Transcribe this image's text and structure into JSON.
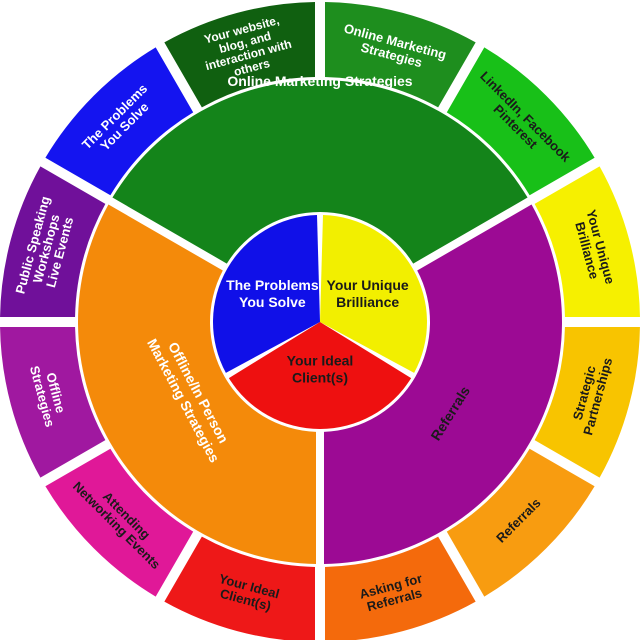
{
  "center": [
    {
      "id": "problems",
      "lines": [
        "The Problems",
        "You Solve"
      ],
      "color": "#1010e8",
      "text_color": "#ffffff"
    },
    {
      "id": "brilliance",
      "lines": [
        "Your Unique",
        "Brilliance"
      ],
      "color": "#f2ef00",
      "text_color": "#1a1a1a"
    },
    {
      "id": "ideal-client",
      "lines": [
        "Your Ideal",
        "Client(s)"
      ],
      "color": "#ee1010",
      "text_color": "#1a1a1a"
    }
  ],
  "middle": [
    {
      "id": "online",
      "lines": [
        "Online Marketing Strategies"
      ],
      "color": "#14841a",
      "text_color": "#ffffff"
    },
    {
      "id": "offline",
      "lines": [
        "Offline/In Person",
        "Marketing Strategies"
      ],
      "color": "#9c0a94",
      "text_color": "#ffffff"
    },
    {
      "id": "referrals",
      "lines": [
        "Referrals"
      ],
      "color": "#f48a0a",
      "text_color": "#1a1a1a"
    }
  ],
  "outer": [
    {
      "id": "your-website",
      "lines": [
        "Your website,",
        "blog, and",
        "interaction with",
        "others"
      ],
      "color": "#106010",
      "text_color": "#ffffff"
    },
    {
      "id": "online-marketing",
      "lines": [
        "Online Marketing",
        "Strategies"
      ],
      "color": "#1e8e1e",
      "text_color": "#ffffff"
    },
    {
      "id": "linkedin",
      "lines": [
        "LinkedIn, Facebook",
        "Pinterest"
      ],
      "color": "#18c018",
      "text_color": "#1a1a1a"
    },
    {
      "id": "your-unique-brilliance",
      "lines": [
        "Your Unique",
        "Brilliance"
      ],
      "color": "#f6f000",
      "text_color": "#1a1a1a"
    },
    {
      "id": "strategic-partnerships",
      "lines": [
        "Strategic",
        "Partnerships"
      ],
      "color": "#f8c400",
      "text_color": "#1a1a1a"
    },
    {
      "id": "referrals",
      "lines": [
        "Referrals"
      ],
      "color": "#f89c10",
      "text_color": "#1a1a1a"
    },
    {
      "id": "asking-for-referrals",
      "lines": [
        "Asking for",
        "Referrals"
      ],
      "color": "#f46a0c",
      "text_color": "#1a1a1a"
    },
    {
      "id": "your-ideal-clients",
      "lines": [
        "Your Ideal",
        "Client(s)"
      ],
      "color": "#ee1818",
      "text_color": "#1a1a1a"
    },
    {
      "id": "attending-networking",
      "lines": [
        "Attending",
        "Networking Events"
      ],
      "color": "#e01898",
      "text_color": "#1a1a1a"
    },
    {
      "id": "offline-strategies",
      "lines": [
        "Offline",
        "Strategies"
      ],
      "color": "#a018a0",
      "text_color": "#ffffff"
    },
    {
      "id": "public-speaking",
      "lines": [
        "Public Speaking",
        "Workshops",
        "Live Events"
      ],
      "color": "#70109a",
      "text_color": "#ffffff"
    },
    {
      "id": "the-problems",
      "lines": [
        "The Problems",
        "You Solve"
      ],
      "color": "#1414f0",
      "text_color": "#ffffff"
    }
  ]
}
